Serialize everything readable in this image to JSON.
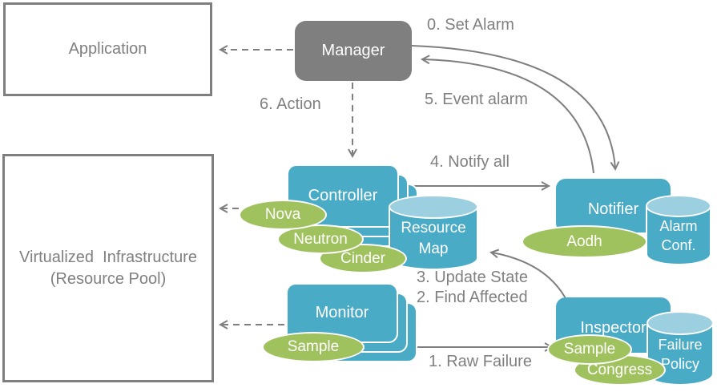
{
  "diagram": {
    "nodes": {
      "application": {
        "label": "Application"
      },
      "virtualized_infrastructure": {
        "label": "Virtualized  Infrastructure\n(Resource Pool)"
      },
      "manager": {
        "label": "Manager"
      },
      "controller": {
        "label": "Controller"
      },
      "monitor": {
        "label": "Monitor"
      },
      "notifier": {
        "label": "Notifier"
      },
      "inspector": {
        "label": "Inspector"
      },
      "resource_map": {
        "label": "Resource\nMap"
      },
      "alarm_conf": {
        "label": "Alarm\nConf."
      },
      "failure_policy": {
        "label": "Failure\nPolicy"
      },
      "nova": {
        "label": "Nova"
      },
      "neutron": {
        "label": "Neutron"
      },
      "cinder": {
        "label": "Cinder"
      },
      "monitor_sample": {
        "label": "Sample"
      },
      "aodh": {
        "label": "Aodh"
      },
      "inspector_sample": {
        "label": "Sample"
      },
      "congress": {
        "label": "Congress"
      }
    },
    "edge_labels": {
      "set_alarm": "0. Set Alarm",
      "event_alarm": "5. Event alarm",
      "action": "6. Action",
      "notify_all": "4. Notify all",
      "update_state": "3. Update State",
      "find_affected": "2. Find Affected",
      "raw_failure": "1. Raw Failure"
    },
    "colors": {
      "component_blue": "#4aabc7",
      "cylinder_top_blue": "#9ccfe0",
      "service_green": "#a0c25e",
      "manager_gray": "#7f7f7f",
      "line_gray": "#7f7f7f",
      "label_gray": "#808080",
      "text_white": "#ffffff"
    }
  }
}
